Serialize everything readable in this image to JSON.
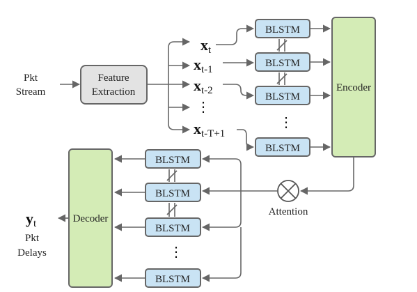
{
  "input": {
    "line1": "Pkt",
    "line2": "Stream"
  },
  "feature_box": {
    "line1": "Feature",
    "line2": "Extraction"
  },
  "inputs": [
    {
      "base": "x",
      "sub": "t"
    },
    {
      "base": "x",
      "sub": "t-1"
    },
    {
      "base": "x",
      "sub": "t-2"
    },
    {
      "base": "⋮",
      "sub": ""
    },
    {
      "base": "x",
      "sub": "t-T+1"
    }
  ],
  "encoder_blstm_labels": [
    "BLSTM",
    "BLSTM",
    "BLSTM",
    "BLSTM"
  ],
  "encoder_dots": "⋮",
  "encoder_label": "Encoder",
  "attention_label": "Attention",
  "decoder_blstm_labels": [
    "BLSTM",
    "BLSTM",
    "BLSTM",
    "BLSTM"
  ],
  "decoder_dots": "⋮",
  "decoder_label": "Decoder",
  "output": {
    "base": "y",
    "sub": "t",
    "line1": "Pkt",
    "line2": "Delays"
  },
  "colors": {
    "blstm_fill": "#c9e3f4",
    "feature_fill": "#e3e3e3",
    "coder_fill": "#d4ecb6",
    "stroke": "#666666"
  }
}
